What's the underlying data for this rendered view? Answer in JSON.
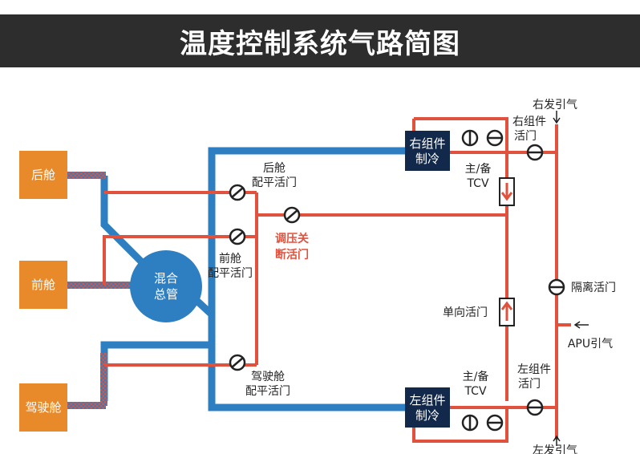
{
  "title": "温度控制系统气路简图",
  "cabins": {
    "rear": "后舱",
    "front": "前舱",
    "cockpit": "驾驶舱"
  },
  "mix_manifold": [
    "混合",
    "总管"
  ],
  "packs": {
    "right": [
      "右组件",
      "制冷"
    ],
    "left": [
      "左组件",
      "制冷"
    ]
  },
  "labels": {
    "rear_trim": [
      "后舱",
      "配平活门"
    ],
    "front_trim": [
      "前舱",
      "配平活门"
    ],
    "cockpit_trim": [
      "驾驶舱",
      "配平活门"
    ],
    "pressure_shutoff": [
      "调压关",
      "断活门"
    ],
    "tcv_right": [
      "主/备",
      "TCV"
    ],
    "tcv_left": [
      "主/备",
      "TCV"
    ],
    "check_valve": "单向活门",
    "right_pack_valve": [
      "右组件",
      "活门"
    ],
    "left_pack_valve": [
      "左组件",
      "活门"
    ],
    "isolation_valve": "隔离活门",
    "right_bleed": "右发引气",
    "left_bleed": "左发引气",
    "apu_bleed": "APU引气"
  },
  "colors": {
    "title_bg": "#2d2d2d",
    "duct_blue": "#2d7fc1",
    "bleed_red": "#e0523e",
    "cabin_orange": "#e98a2a",
    "pack_navy": "#13294b",
    "valve_dark": "#222222"
  }
}
